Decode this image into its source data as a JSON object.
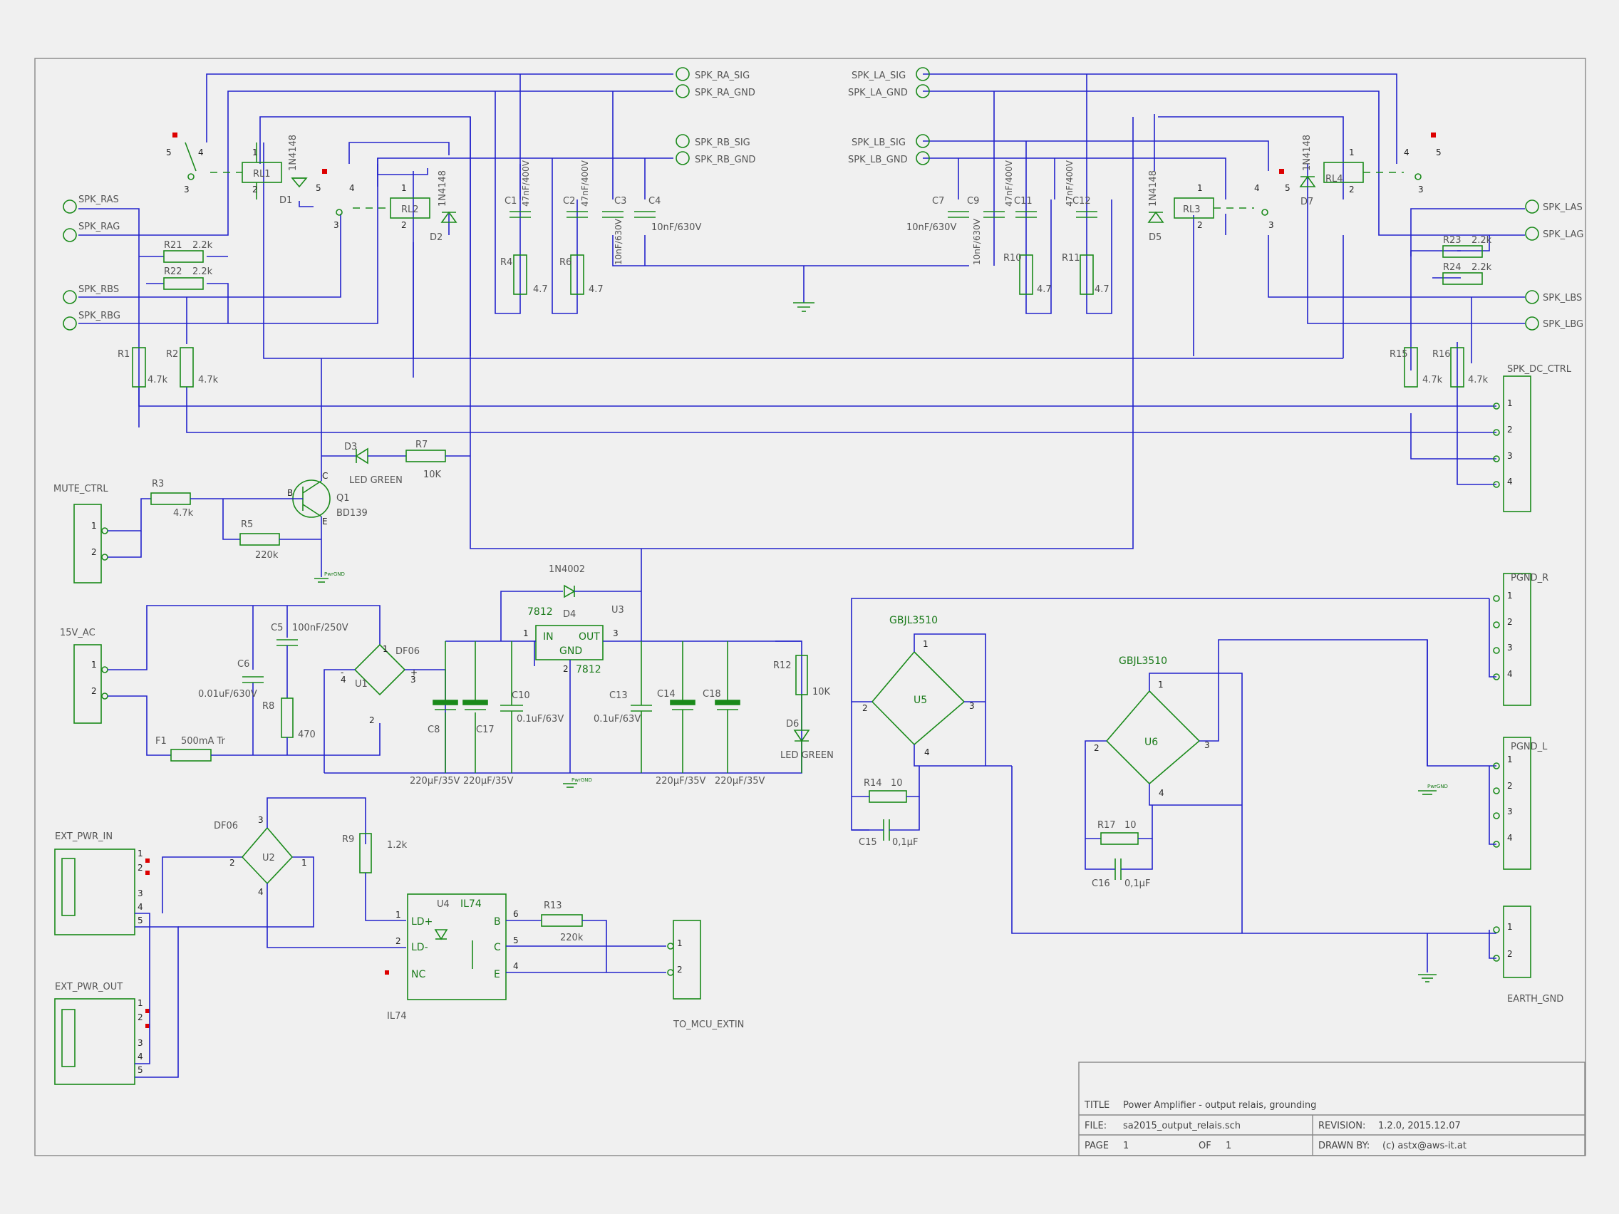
{
  "title_block": {
    "title_label": "TITLE",
    "title": "Power Amplifier - output relais, grounding",
    "file_label": "FILE:",
    "file": "sa2015_output_relais.sch",
    "revision_label": "REVISION:",
    "revision": "1.2.0, 2015.12.07",
    "page_label": "PAGE",
    "page": "1",
    "of_label": "OF",
    "of": "1",
    "drawn_label": "DRAWN BY:",
    "drawn": "(c) astx@aws-it.at"
  },
  "ports": {
    "spk_ra_sig": "SPK_RA_SIG",
    "spk_ra_gnd": "SPK_RA_GND",
    "spk_rb_sig": "SPK_RB_SIG",
    "spk_rb_gnd": "SPK_RB_GND",
    "spk_la_sig": "SPK_LA_SIG",
    "spk_la_gnd": "SPK_LA_GND",
    "spk_lb_sig": "SPK_LB_SIG",
    "spk_lb_gnd": "SPK_LB_GND",
    "spk_ras": "SPK_RAS",
    "spk_rag": "SPK_RAG",
    "spk_rbs": "SPK_RBS",
    "spk_rbg": "SPK_RBG",
    "spk_las": "SPK_LAS",
    "spk_lag": "SPK_LAG",
    "spk_lbs": "SPK_LBS",
    "spk_lbg": "SPK_LBG"
  },
  "connectors": {
    "spk_dc_ctrl": "SPK_DC_CTRL",
    "mute_ctrl": "MUTE_CTRL",
    "ac15": "15V_AC",
    "pgnd_r": "PGND_R",
    "pgnd_l": "PGND_L",
    "earth_gnd": "EARTH_GND",
    "ext_pwr_in": "EXT_PWR_IN",
    "ext_pwr_out": "EXT_PWR_OUT",
    "to_mcu": "TO_MCU_EXTIN"
  },
  "parts": {
    "rl1": "RL1",
    "rl2": "RL2",
    "rl3": "RL3",
    "rl4": "RL4",
    "d1": "D1",
    "d2": "D2",
    "d5": "D5",
    "d7": "D7",
    "d1n": "1N4148",
    "c1": "C1",
    "c2": "C2",
    "c3": "C3",
    "c4": "C4",
    "c7": "C7",
    "c9": "C9",
    "c11": "C11",
    "c12": "C12",
    "c47": "47nF/400V",
    "c10n": "10nF/630V",
    "r4": "R4",
    "r6": "R6",
    "r10": "R10",
    "r11": "R11",
    "r47": "4.7",
    "r21": "R21",
    "r22": "R22",
    "r23": "R23",
    "r24": "R24",
    "r2k2": "2.2k",
    "r1": "R1",
    "r2": "R2",
    "r15": "R15",
    "r16": "R16",
    "r4k7": "4.7k",
    "d3": "D3",
    "led_green": "LED GREEN",
    "r7": "R7",
    "r10k": "10K",
    "q1": "Q1",
    "bd139": "BD139",
    "r3": "R3",
    "r5": "R5",
    "r220k": "220k",
    "q_b": "B",
    "q_c": "C",
    "q_e": "E",
    "d4n": "1N4002",
    "d4": "D4",
    "u3": "U3",
    "v7812": "7812",
    "in": "IN",
    "out": "OUT",
    "gnd": "GND",
    "c5": "C5",
    "c5v": "100nF/250V",
    "c6": "C6",
    "c6v": "0.01uF/630V",
    "r8": "R8",
    "r470": "470",
    "f1": "F1",
    "f1v": "500mA Tr",
    "df06": "DF06",
    "u1": "U1",
    "c8": "C8",
    "c17": "C17",
    "c10": "C10",
    "c13": "C13",
    "c14": "C14",
    "c18": "C18",
    "c220": "220µF/35V",
    "c01": "0.1uF/63V",
    "r12": "R12",
    "d6": "D6",
    "gbjl": "GBJL3510",
    "u5": "U5",
    "u6": "U6",
    "r14": "R14",
    "r17": "R17",
    "r10o": "10",
    "c15": "C15",
    "c16": "C16",
    "c01u": "0,1µF",
    "u2": "U2",
    "r9": "R9",
    "r1k2": "1.2k",
    "u4": "U4",
    "il74": "IL74",
    "ld_plus": "LD+",
    "ld_minus": "LD-",
    "nc": "NC",
    "r13": "R13",
    "pgnd": "PwrGND"
  }
}
